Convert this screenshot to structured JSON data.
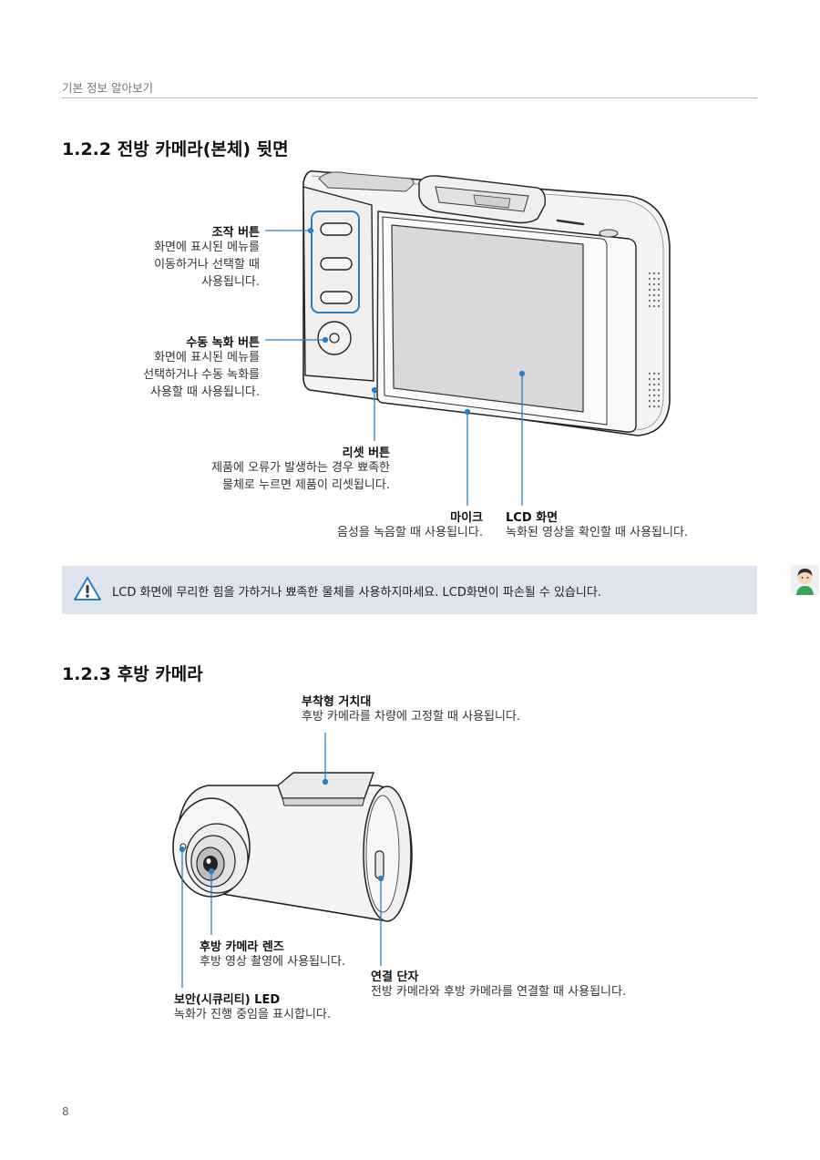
{
  "header": {
    "title": "기본 정보 알아보기"
  },
  "section_front": {
    "title": "1.2.2  전방 카메라(본체) 뒷면",
    "labels": {
      "control": {
        "title": "조작 버튼",
        "desc": [
          "화면에 표시된 메뉴를",
          "이동하거나 선택할 때",
          "사용됩니다."
        ]
      },
      "manual_record": {
        "title": "수동 녹화 버튼",
        "desc": [
          "화면에 표시된 메뉴를",
          "선택하거나 수동 녹화를",
          "사용할 때 사용됩니다."
        ]
      },
      "reset": {
        "title": "리셋 버튼",
        "desc": [
          "제품에 오류가 발생하는 경우 뾰족한",
          "물체로 누르면 제품이 리셋됩니다."
        ]
      },
      "mic": {
        "title": "마이크",
        "desc": [
          "음성을 녹음할 때 사용됩니다."
        ]
      },
      "lcd": {
        "title": "LCD 화면",
        "desc": [
          "녹화된 영상을 확인할 때 사용됩니다."
        ]
      }
    }
  },
  "warning": {
    "icon": "warning-triangle-icon",
    "text": "LCD 화면에 무리한 힘을 가하거나 뾰족한 물체를 사용하지마세요. LCD화면이 파손될 수 있습니다."
  },
  "section_rear": {
    "title": "1.2.3  후방 카메라",
    "labels": {
      "mount": {
        "title": "부착형 거치대",
        "desc": [
          "후방 카메라를 차량에 고정할 때 사용됩니다."
        ]
      },
      "lens": {
        "title": "후방 카메라 렌즈",
        "desc": [
          "후방 영상 촬영에 사용됩니다."
        ]
      },
      "connector": {
        "title": "연결 단자",
        "desc": [
          "전방 카메라와 후방 카메라를 연결할 때 사용됩니다."
        ]
      },
      "led": {
        "title": "보안(시큐리티) LED",
        "desc": [
          "녹화가 진행 중임을 표시합니다."
        ]
      }
    }
  },
  "page": {
    "number": "8"
  },
  "colors": {
    "accent": "#2a7fc4",
    "warning_bg": "#dde4ee",
    "rule": "#b8b8b8"
  }
}
